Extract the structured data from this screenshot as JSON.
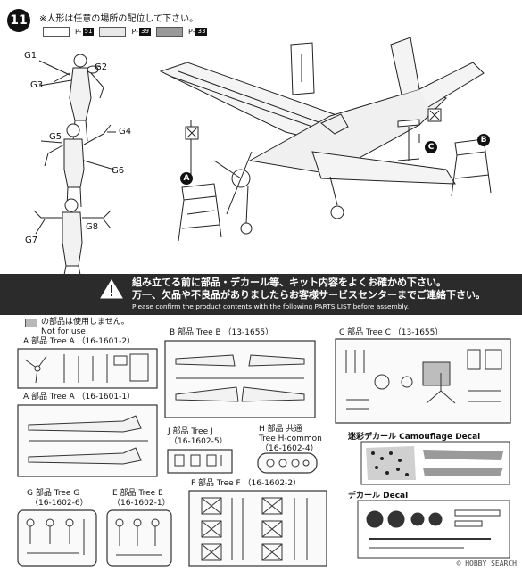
{
  "step": {
    "number": "11"
  },
  "figure_note": "※人形は任意の場所の配位して下さい。",
  "paint_refs": [
    {
      "color": "#ffffff",
      "ref": "51"
    },
    {
      "color": "#e8e8e8",
      "ref": "39"
    },
    {
      "color": "#9a9a9a",
      "ref": "33"
    }
  ],
  "figure_parts": [
    "G1",
    "G2",
    "G3",
    "G4",
    "G5",
    "G6",
    "G7",
    "G8"
  ],
  "callouts": {
    "a": "A",
    "b": "B",
    "c": "C"
  },
  "warning": {
    "line1": "組み立てる前に部品・デカール等、キット内容をよくお確かめ下さい。",
    "line2": "万一、欠品や不良品がありましたらお客様サービスセンターまでご連絡下さい。",
    "line3": "Please confirm the product contents with the following PARTS LIST before assembly."
  },
  "not_for_use": {
    "jp": "の部品は使用しません。",
    "en": "Not for use"
  },
  "trees": {
    "a2": "A 部品 Tree A （16-1601-2）",
    "a1": "A 部品 Tree A （16-1601-1）",
    "b": "B 部品 Tree B （13-1655）",
    "c": "C 部品 Tree C （13-1655）",
    "j_1": "J 部品 Tree J",
    "j_2": "（16-1602-5）",
    "h_1": "H 部品 共通",
    "h_2": "Tree H-common",
    "h_3": "（16-1602-4）",
    "g_1": "G 部品 Tree G",
    "g_2": "（16-1602-6）",
    "e_1": "E 部品 Tree E",
    "e_2": "（16-1602-1）",
    "f": "F 部品 Tree F （16-1602-2）"
  },
  "decals": {
    "camo": "迷彩デカール Camouflage Decal",
    "decal": "デカール Decal"
  },
  "watermark": "© HOBBY SEARCH"
}
